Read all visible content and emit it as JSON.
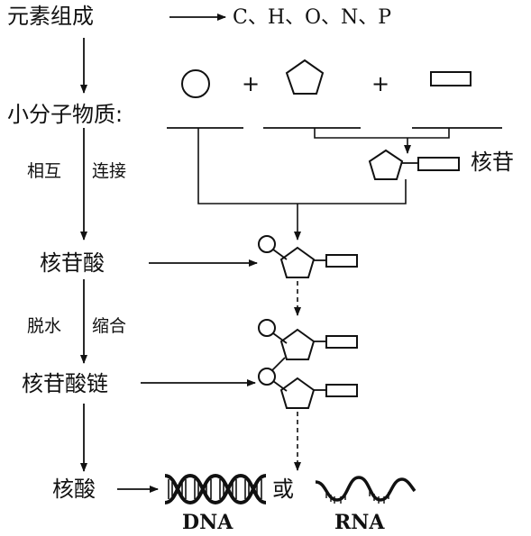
{
  "labels": {
    "element_composition": "元素组成",
    "elements": "C、H、O、N、P",
    "small_molecules": "小分子物质:",
    "plus1": "+",
    "plus2": "+",
    "mutual": "相互",
    "connect": "连接",
    "nucleoside": "核苷",
    "nucleotide": "核苷酸",
    "dehydration": "脱水",
    "condensation": "缩合",
    "nucleotide_chain": "核苷酸链",
    "nucleic_acid": "核酸",
    "or": "或",
    "dna": "DNA",
    "rna": "RNA"
  },
  "colors": {
    "ink": "#111111",
    "background": "#ffffff"
  }
}
